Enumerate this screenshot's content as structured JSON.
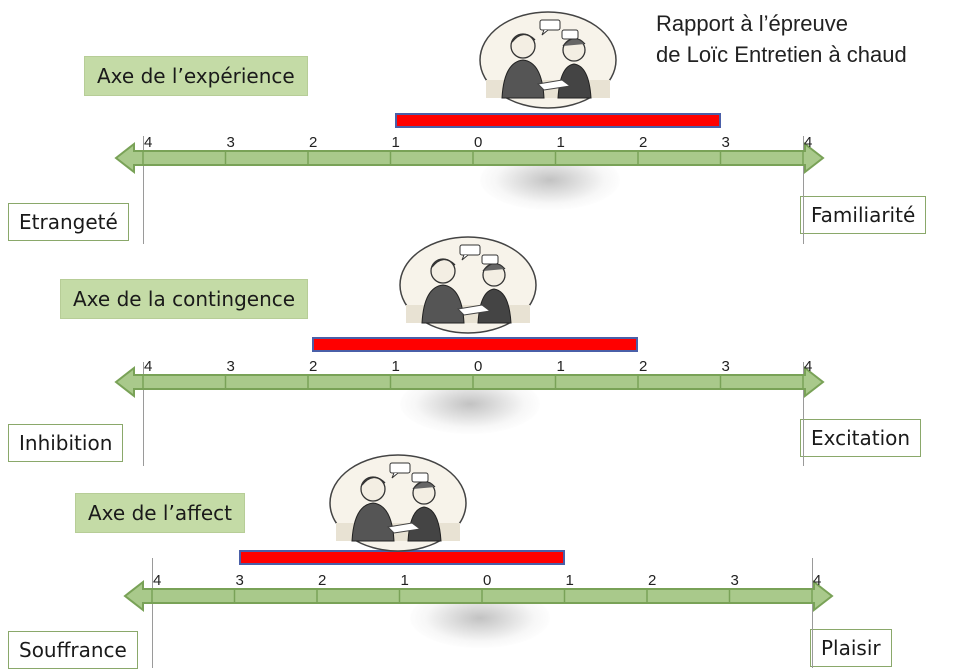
{
  "title": {
    "line1": "Rapport à l’épreuve",
    "line2": "de Loïc Entretien à chaud"
  },
  "colors": {
    "axis_fill": "#a9c98b",
    "axis_stroke": "#79a257",
    "label_bg": "#c4dba6",
    "range_fill": "#ff0000",
    "range_border": "#4a5fa8"
  },
  "illustration": "two-people-talking-icon",
  "axes": [
    {
      "title": "Axe de l’expérience",
      "left_label": "Etrangeté",
      "right_label": "Familiarité",
      "ticks": [
        "4",
        "3",
        "2",
        "1",
        "0",
        "1",
        "2",
        "3",
        "4"
      ],
      "range": {
        "from": "1",
        "to": "3"
      }
    },
    {
      "title": "Axe de la contingence",
      "left_label": "Inhibition",
      "right_label": "Excitation",
      "ticks": [
        "4",
        "3",
        "2",
        "1",
        "0",
        "1",
        "2",
        "3",
        "4"
      ],
      "range": {
        "from": "2",
        "to": "2"
      }
    },
    {
      "title": "Axe de l’affect",
      "left_label": "Souffrance",
      "right_label": "Plaisir",
      "ticks": [
        "4",
        "3",
        "2",
        "1",
        "0",
        "1",
        "2",
        "3",
        "4"
      ],
      "range": {
        "from": "3",
        "to": "1"
      }
    }
  ]
}
